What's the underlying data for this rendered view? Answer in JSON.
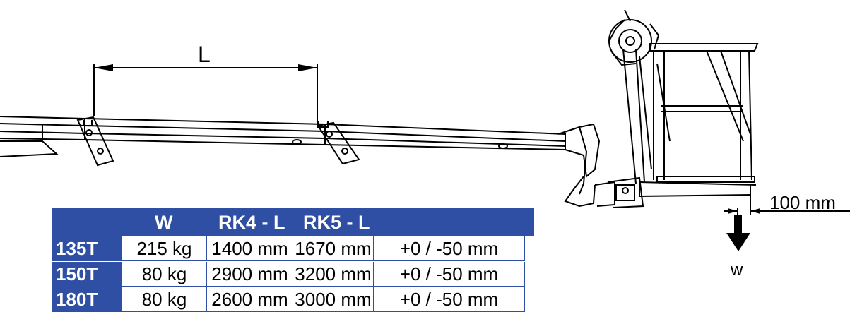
{
  "diagram": {
    "length_label": "L",
    "offset_label": "100 mm",
    "weight_label": "w"
  },
  "table": {
    "headers": [
      "",
      "W",
      "RK4 - L",
      "RK5 - L",
      ""
    ],
    "rows": [
      {
        "model": "135T",
        "w": "215 kg",
        "rk4": "1400 mm",
        "rk5": "1670 mm",
        "tol": "+0 / -50 mm"
      },
      {
        "model": "150T",
        "w": "80 kg",
        "rk4": "2900 mm",
        "rk5": "3200 mm",
        "tol": "+0 / -50 mm"
      },
      {
        "model": "180T",
        "w": "80 kg",
        "rk4": "2600 mm",
        "rk5": "3000 mm",
        "tol": "+0 / -50 mm"
      }
    ],
    "colors": {
      "header_bg": "#2e4fa3",
      "header_text": "#ffffff"
    }
  }
}
